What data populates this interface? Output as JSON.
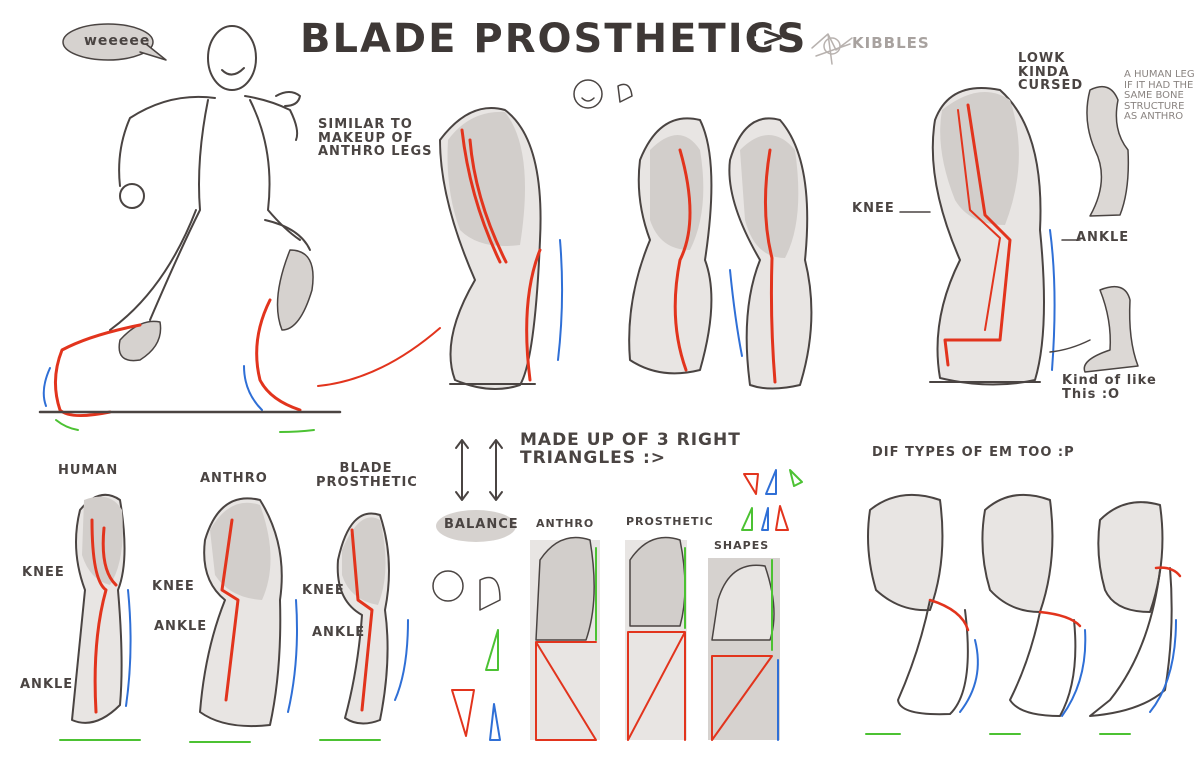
{
  "title": "BLADE PROSTHETICS",
  "title_emote": ":>",
  "signature": "KIBBLES",
  "speech_bubble": "weeeee",
  "labels": {
    "similar": "SIMILAR TO MAKEUP OF ANTHRO LEGS",
    "knee_top": "KNEE",
    "ankle_top": "ANKLE",
    "lowkinda": "LOWK KINDA CURSED",
    "human_leg_note": "A HUMAN LEG IF IT HAD THE SAME BONE STRUCTURE AS ANTHRO",
    "kind_of_like": "Kind of like This :O",
    "human": "HUMAN",
    "anthro": "ANTHRO",
    "blade_prosthetic": "BLADE PROSTHETIC",
    "knee_human": "KNEE",
    "ankle_human": "ANKLE",
    "knee_anthro": "KNEE",
    "ankle_anthro": "ANKLE",
    "knee_blade": "KNEE",
    "ankle_blade": "ANKLE",
    "triangles": "MADE UP OF 3 RIGHT TRIANGLES :>",
    "balance": "BALANCE",
    "anthro2": "ANTHRO",
    "prosthetic2": "PROSTHETIC",
    "shapes": "SHAPES",
    "dif_types": "DIF TYPES OF EM TOO :P"
  },
  "colors": {
    "ink": "#4a4442",
    "fill": "#dcd8d5",
    "light_fill": "#ece9e7",
    "red": "#e2341d",
    "blue": "#2f6fd6",
    "green": "#4cc233"
  }
}
